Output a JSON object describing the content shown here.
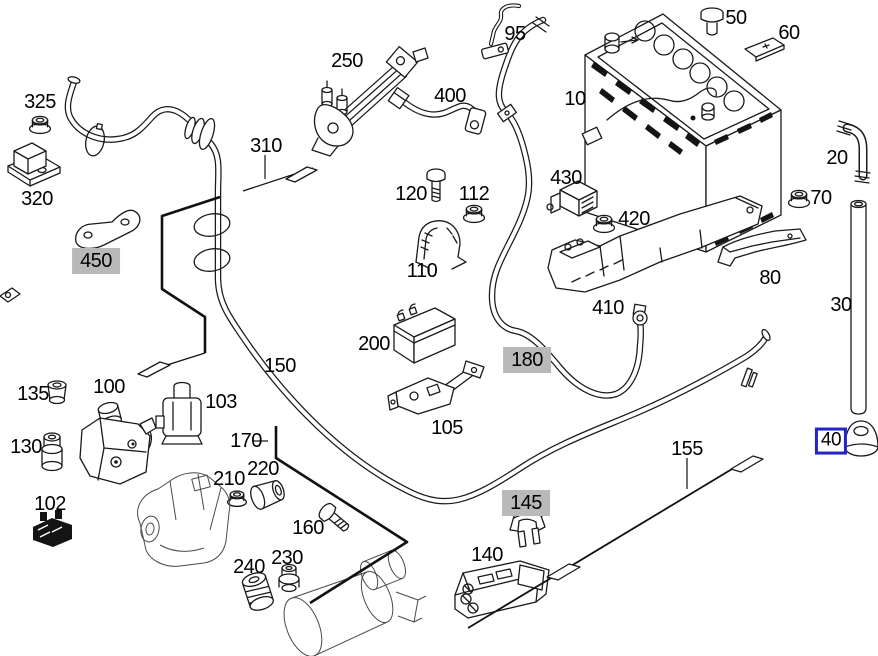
{
  "diagram": {
    "type": "exploded-parts-diagram",
    "subject": "Battery with cables and mounting parts",
    "colors": {
      "background": "#ffffff",
      "line": "#1a1a1a",
      "sketch_line": "#4a4a4a",
      "highlight_gray": "#b9b9b9",
      "selected_blue": "#2323c8",
      "label_text": "#000000"
    },
    "callouts": {
      "c10": {
        "label": "10",
        "highlight": "none"
      },
      "c20": {
        "label": "20",
        "highlight": "none"
      },
      "c30": {
        "label": "30",
        "highlight": "none"
      },
      "c40": {
        "label": "40",
        "highlight": "blue-box-selected"
      },
      "c50": {
        "label": "50",
        "highlight": "none"
      },
      "c60": {
        "label": "60",
        "highlight": "none"
      },
      "c70": {
        "label": "70",
        "highlight": "none"
      },
      "c80": {
        "label": "80",
        "highlight": "none"
      },
      "c95": {
        "label": "95",
        "highlight": "none"
      },
      "c100": {
        "label": "100",
        "highlight": "none"
      },
      "c102": {
        "label": "102",
        "highlight": "none"
      },
      "c103": {
        "label": "103",
        "highlight": "none"
      },
      "c105": {
        "label": "105",
        "highlight": "none"
      },
      "c110": {
        "label": "110",
        "highlight": "none"
      },
      "c112": {
        "label": "112",
        "highlight": "none"
      },
      "c120": {
        "label": "120",
        "highlight": "none"
      },
      "c130": {
        "label": "130",
        "highlight": "none"
      },
      "c135": {
        "label": "135",
        "highlight": "none"
      },
      "c140": {
        "label": "140",
        "highlight": "none"
      },
      "c145": {
        "label": "145",
        "highlight": "gray"
      },
      "c150": {
        "label": "150",
        "highlight": "none"
      },
      "c155": {
        "label": "155",
        "highlight": "none"
      },
      "c160": {
        "label": "160",
        "highlight": "none"
      },
      "c170": {
        "label": "170",
        "highlight": "none"
      },
      "c180": {
        "label": "180",
        "highlight": "gray"
      },
      "c200": {
        "label": "200",
        "highlight": "none"
      },
      "c210": {
        "label": "210",
        "highlight": "none"
      },
      "c220": {
        "label": "220",
        "highlight": "none"
      },
      "c230": {
        "label": "230",
        "highlight": "none"
      },
      "c240": {
        "label": "240",
        "highlight": "none"
      },
      "c250": {
        "label": "250",
        "highlight": "none"
      },
      "c310": {
        "label": "310",
        "highlight": "none"
      },
      "c320": {
        "label": "320",
        "highlight": "none"
      },
      "c325": {
        "label": "325",
        "highlight": "none"
      },
      "c400": {
        "label": "400",
        "highlight": "none"
      },
      "c410": {
        "label": "410",
        "highlight": "none"
      },
      "c420": {
        "label": "420",
        "highlight": "none"
      },
      "c430": {
        "label": "430",
        "highlight": "none"
      },
      "c450": {
        "label": "450",
        "highlight": "gray"
      }
    }
  }
}
